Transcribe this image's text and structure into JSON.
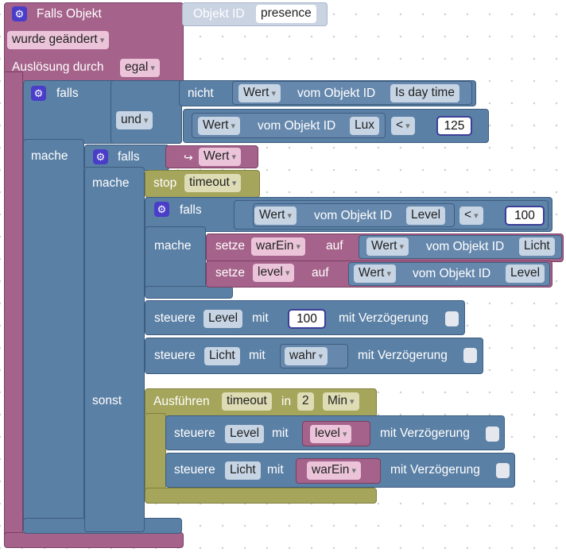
{
  "trigger": {
    "title": "Falls Objekt",
    "object_id_label": "Objekt ID",
    "object_id_value": "presence",
    "change_mode": "wurde geändert",
    "triggered_by_label": "Auslösung durch",
    "triggered_by_value": "egal"
  },
  "if_outer": {
    "falls": "falls",
    "not": "nicht",
    "wert": "Wert",
    "vom_objekt_id": "vom Objekt ID",
    "obj_day": "Is day time",
    "und": "und",
    "obj_lux": "Lux",
    "op": "<",
    "lux_value": "125",
    "mache": "mache"
  },
  "if_inner": {
    "falls": "falls",
    "arrow": "↪",
    "var_wert": "Wert",
    "mache": "mache",
    "sonst": "sonst"
  },
  "stop": {
    "label": "stop",
    "timer": "timeout"
  },
  "if_level": {
    "falls": "falls",
    "wert": "Wert",
    "vom_objekt_id": "vom Objekt ID",
    "obj": "Level",
    "op": "<",
    "value": "100",
    "mache": "mache"
  },
  "set1": {
    "label": "setze",
    "var": "warEin",
    "auf": "auf",
    "wert": "Wert",
    "vom_objekt_id": "vom Objekt ID",
    "obj": "Licht"
  },
  "set2": {
    "label": "setze",
    "var": "level",
    "auf": "auf",
    "wert": "Wert",
    "vom_objekt_id": "vom Objekt ID",
    "obj": "Level"
  },
  "ctrl1": {
    "label": "steuere",
    "obj": "Level",
    "mit": "mit",
    "value": "100",
    "delay": "mit Verzögerung"
  },
  "ctrl2": {
    "label": "steuere",
    "obj": "Licht",
    "mit": "mit",
    "value": "wahr",
    "delay": "mit Verzögerung"
  },
  "timeout": {
    "label": "Ausführen",
    "name": "timeout",
    "in": "in",
    "value": "2",
    "unit": "Min"
  },
  "ctrl3": {
    "label": "steuere",
    "obj": "Level",
    "mit": "mit",
    "value": "level",
    "delay": "mit Verzögerung"
  },
  "ctrl4": {
    "label": "steuere",
    "obj": "Licht",
    "mit": "mit",
    "value": "warEin",
    "delay": "mit Verzögerung"
  },
  "colors": {
    "trigger": "#a5628a",
    "logic": "#5b80a5",
    "timer": "#a5a55b",
    "number_border": "#3c3f98",
    "gear": "#4a3ec9"
  }
}
